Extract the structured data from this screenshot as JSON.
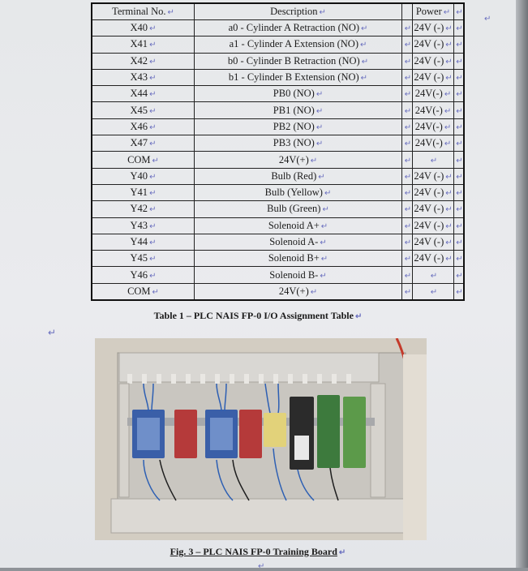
{
  "table": {
    "headers": {
      "terminal": "Terminal No.",
      "description": "Description",
      "power": "Power"
    },
    "inputs": [
      {
        "terminal": "X40",
        "description": "a0 - Cylinder A Retraction (NO)",
        "power": "24V (-)"
      },
      {
        "terminal": "X41",
        "description": "a1 - Cylinder A Extension (NO)",
        "power": "24V (-)"
      },
      {
        "terminal": "X42",
        "description": "b0 - Cylinder B Retraction (NO)",
        "power": "24V (-)"
      },
      {
        "terminal": "X43",
        "description": "b1 - Cylinder B Extension (NO)",
        "power": "24V (-)"
      },
      {
        "terminal": "X44",
        "description": "PB0 (NO)",
        "power": "24V(-)"
      },
      {
        "terminal": "X45",
        "description": "PB1 (NO)",
        "power": "24V(-)"
      },
      {
        "terminal": "X46",
        "description": "PB2 (NO)",
        "power": "24V(-)"
      },
      {
        "terminal": "X47",
        "description": "PB3 (NO)",
        "power": "24V(-)"
      },
      {
        "terminal": "COM",
        "description": "24V(+)",
        "power": ""
      }
    ],
    "outputs": [
      {
        "terminal": "Y40",
        "description": "Bulb (Red)",
        "power": "24V (-)"
      },
      {
        "terminal": "Y41",
        "description": "Bulb (Yellow)",
        "power": "24V (-)"
      },
      {
        "terminal": "Y42",
        "description": "Bulb (Green)",
        "power": "24V (-)"
      },
      {
        "terminal": "Y43",
        "description": "Solenoid A+",
        "power": "24V (-)"
      },
      {
        "terminal": "Y44",
        "description": "Solenoid A-",
        "power": "24V (-)"
      },
      {
        "terminal": "Y45",
        "description": "Solenoid B+",
        "power": "24V (-)"
      },
      {
        "terminal": "Y46",
        "description": "Solenoid B-",
        "power": ""
      },
      {
        "terminal": "COM",
        "description": "24V(+)",
        "power": ""
      }
    ]
  },
  "captions": {
    "table": "Table 1 – PLC NAIS FP-0   I/O Assignment Table",
    "figure": "Fig. 3 – PLC NAIS FP-0 Training Board"
  },
  "colors": {
    "paper": "#e8e9ec",
    "ink": "#1b1b1b",
    "mark": "#6a6fbf"
  },
  "icons": {
    "paragraph_mark": "return-arrow-icon"
  }
}
